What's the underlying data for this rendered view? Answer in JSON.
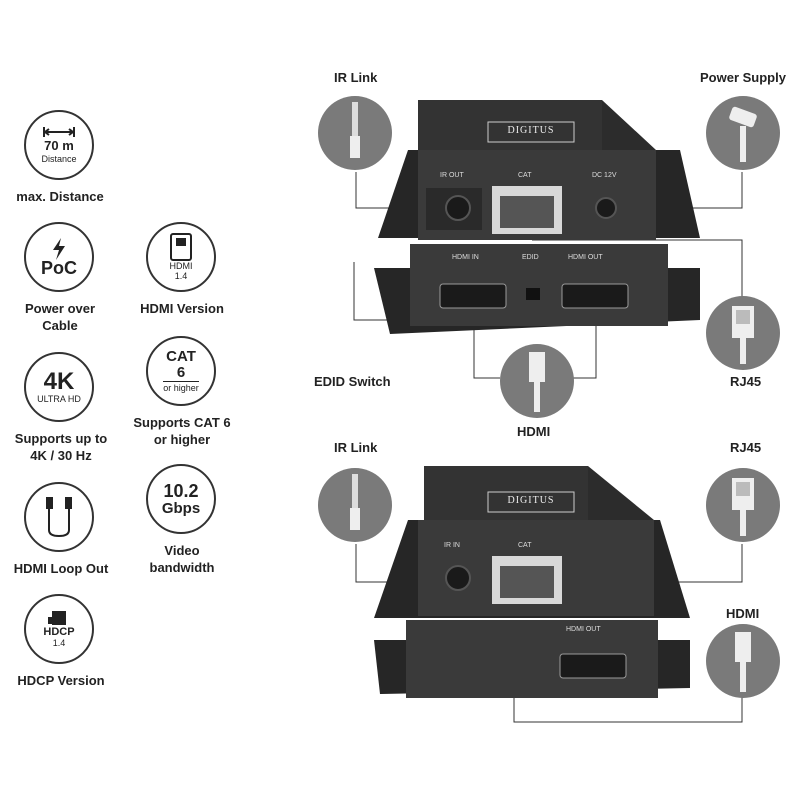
{
  "features": {
    "distance": {
      "value": "70 m",
      "sub": "Distance",
      "label": "max. Distance"
    },
    "poc": {
      "value": "PoC",
      "label": "Power over Cable"
    },
    "hdmi_version": {
      "value": "HDMI 1.4",
      "label": "HDMI Version"
    },
    "resolution": {
      "value": "4K",
      "sub": "ULTRA HD",
      "label": "Supports up to 4K / 30 Hz"
    },
    "cat": {
      "value": "CAT",
      "value2": "6",
      "sub": "or higher",
      "label": "Supports CAT 6 or higher"
    },
    "loop_out": {
      "label": "HDMI Loop Out"
    },
    "bandwidth": {
      "value": "10.2",
      "value2": "Gbps",
      "label": "Video bandwidth"
    },
    "hdcp": {
      "value": "HDCP",
      "value2": "1.4",
      "label": "HDCP Version"
    }
  },
  "transmitter": {
    "callouts": {
      "ir_link": "IR Link",
      "power_supply": "Power Supply",
      "edid_switch": "EDID Switch",
      "rj45": "RJ45",
      "hdmi": "HDMI"
    },
    "ports": {
      "ir_out": "IR OUT",
      "cat": "CAT",
      "dc": "DC 12V",
      "hdmi_in": "HDMI IN",
      "edid": "EDID",
      "hdmi_out": "HDMI OUT"
    },
    "brand": "DIGITUS"
  },
  "receiver": {
    "callouts": {
      "ir_link": "IR Link",
      "rj45": "RJ45",
      "hdmi": "HDMI"
    },
    "ports": {
      "ir_in": "IR IN",
      "cat": "CAT",
      "hdmi_out": "HDMI OUT"
    },
    "brand": "DIGITUS"
  },
  "colors": {
    "device": "#3a3a3a",
    "bubble": "#7a7a7a",
    "line": "#333333"
  }
}
